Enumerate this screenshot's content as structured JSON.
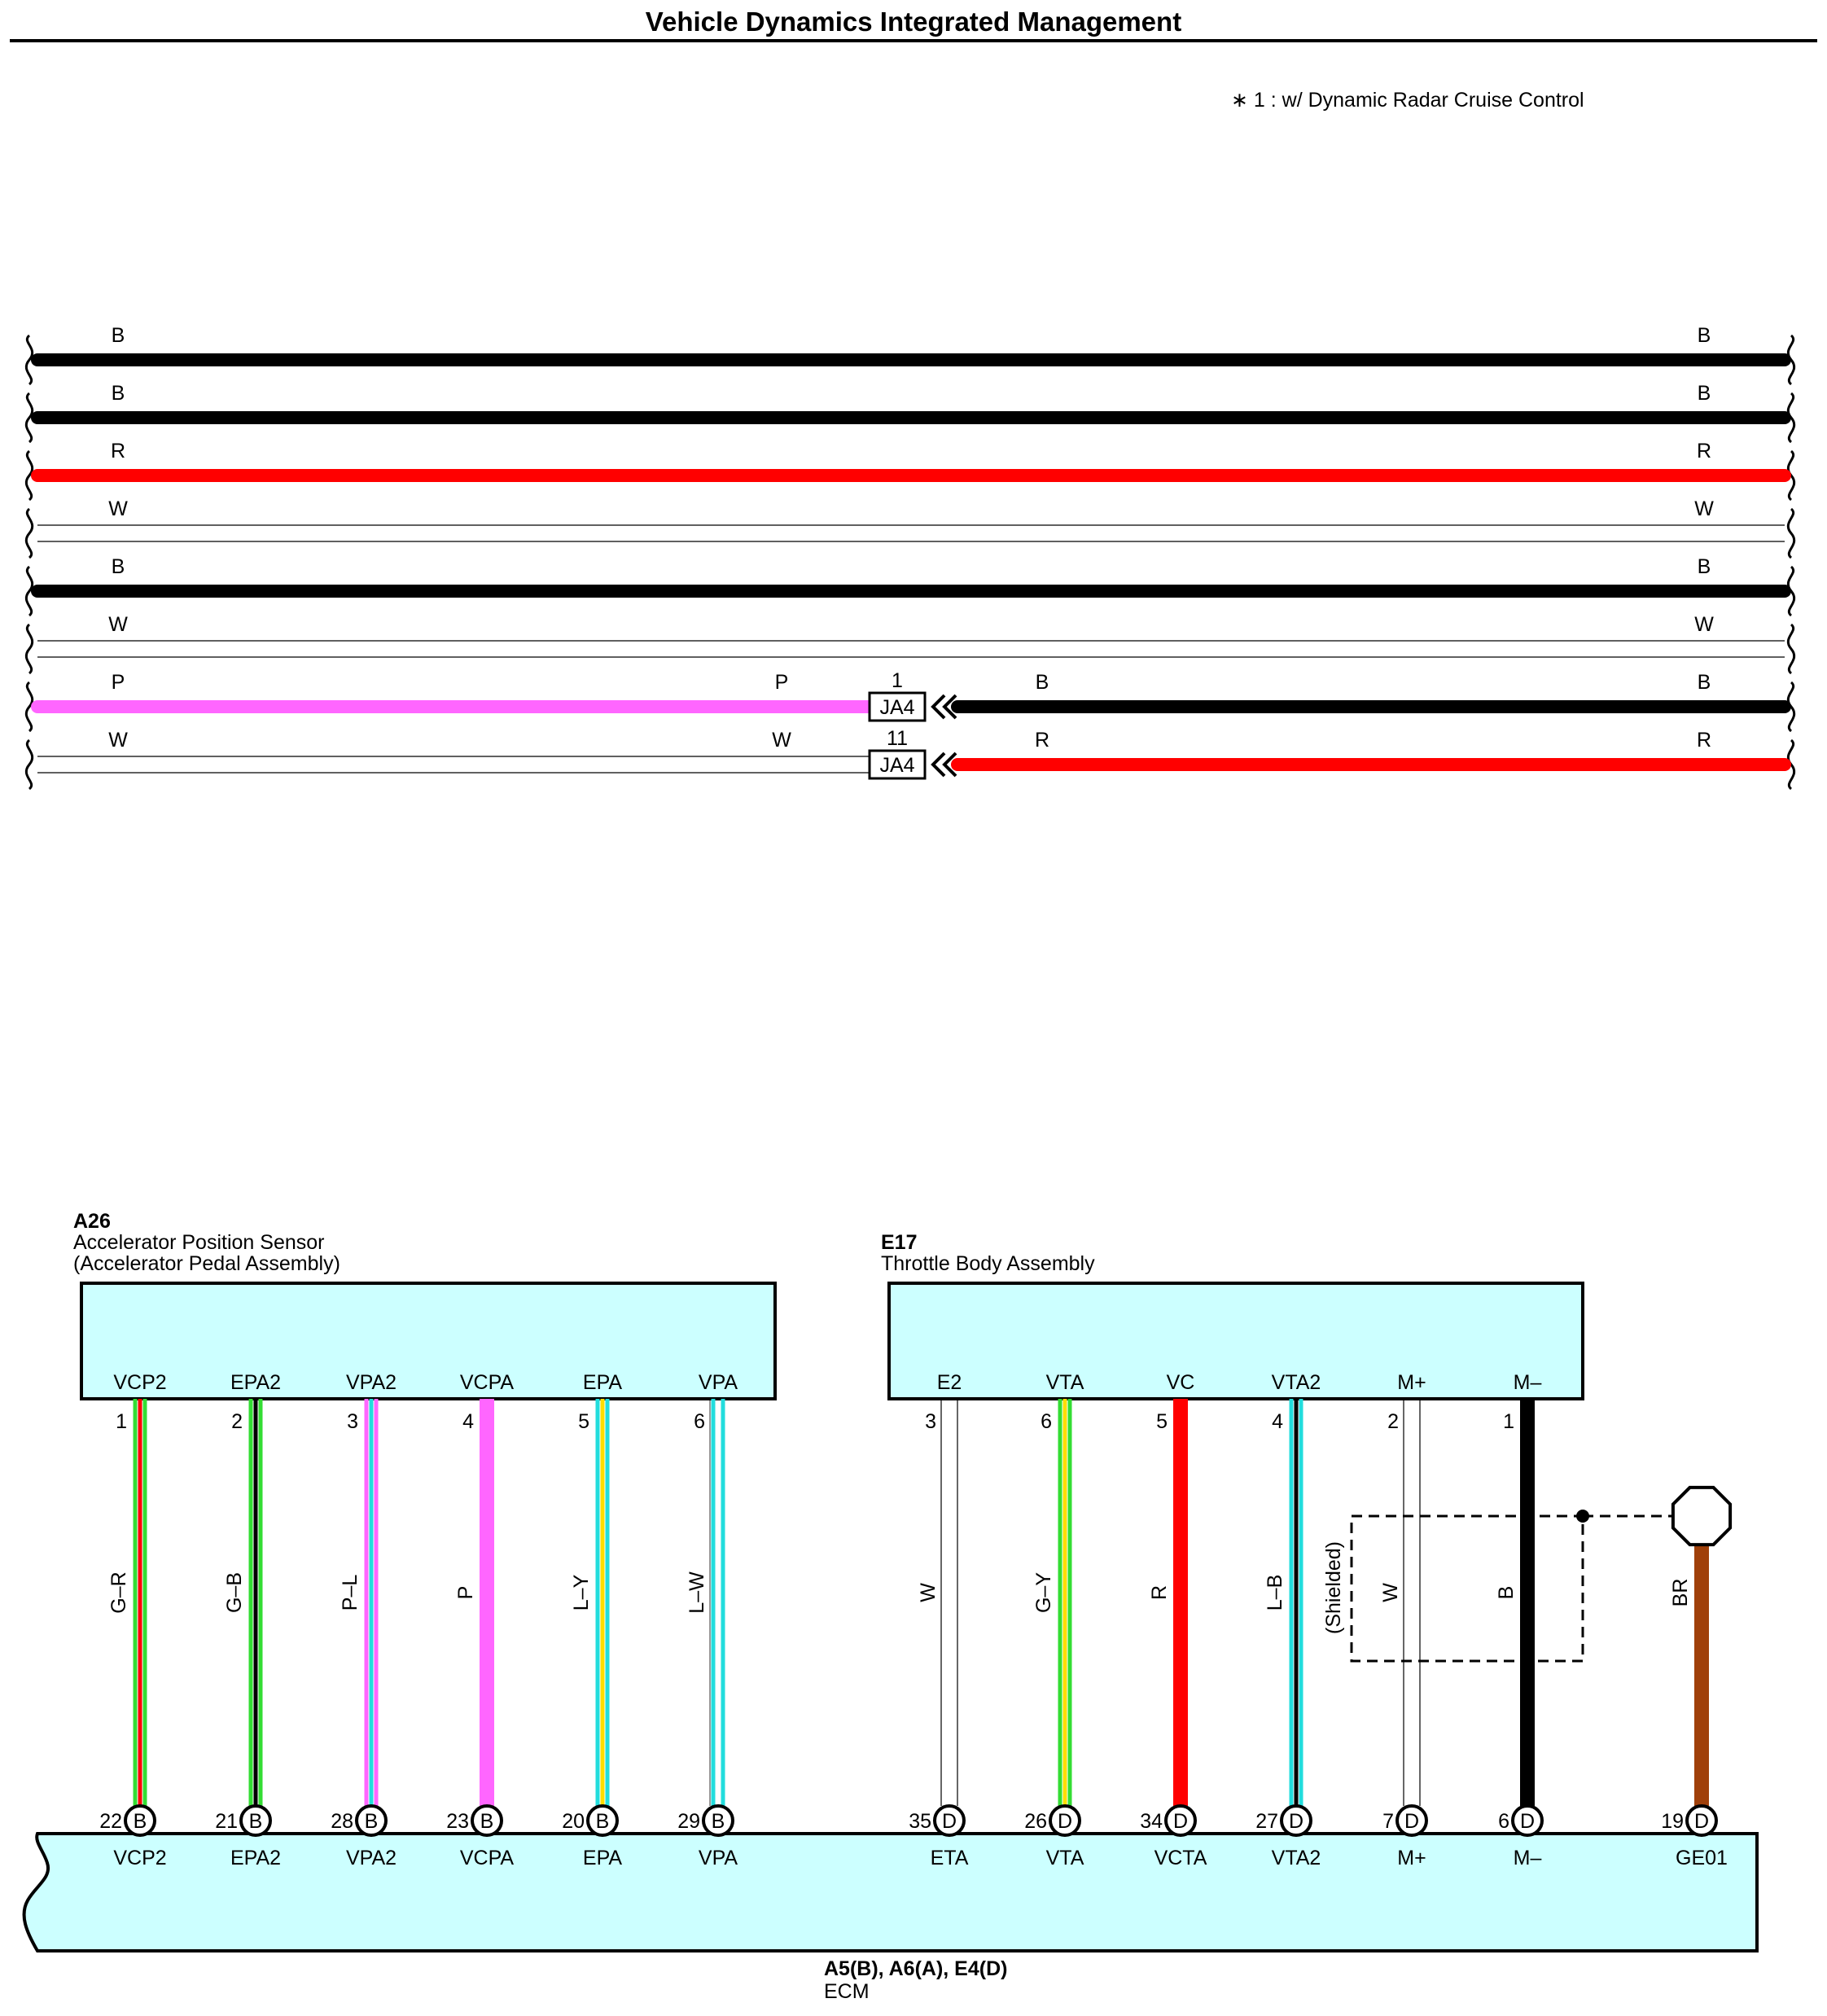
{
  "title": "Vehicle Dynamics Integrated Management",
  "footnote": "∗ 1 : w/ Dynamic Radar Cruise Control",
  "colors": {
    "B": "#000000",
    "R": "#ff0000",
    "W": "#ffffff",
    "P": "#ff66ff",
    "G": "#33dd33",
    "L": "#22dddd",
    "Y": "#ffdd00",
    "BR": "#a0400a",
    "component_fill": "#ccffff"
  },
  "top_wires": [
    {
      "left": "B",
      "right": "B"
    },
    {
      "left": "B",
      "right": "B"
    },
    {
      "left": "R",
      "right": "R"
    },
    {
      "left": "W",
      "right": "W"
    },
    {
      "left": "B",
      "right": "B"
    },
    {
      "left": "W",
      "right": "W"
    },
    {
      "left": "P",
      "mid": "P",
      "connector": "JA4",
      "pin": "1",
      "right_start": "B",
      "right": "B"
    },
    {
      "left": "W",
      "mid": "W",
      "connector": "JA4",
      "pin": "11",
      "right_start": "R",
      "right": "R"
    }
  ],
  "components": {
    "a26": {
      "id": "A26",
      "name1": "Accelerator Position Sensor",
      "name2": "(Accelerator Pedal Assembly)",
      "terminals": [
        "VCP2",
        "EPA2",
        "VPA2",
        "VCPA",
        "EPA",
        "VPA"
      ]
    },
    "e17": {
      "id": "E17",
      "name1": "Throttle Body Assembly",
      "terminals": [
        "E2",
        "VTA",
        "VC",
        "VTA2",
        "M+",
        "M–"
      ]
    },
    "ecm": {
      "id": "A5(B), A6(A), E4(D)",
      "name": "ECM",
      "terminals": [
        "VCP2",
        "EPA2",
        "VPA2",
        "VCPA",
        "EPA",
        "VPA",
        "ETA",
        "VTA",
        "VCTA",
        "VTA2",
        "M+",
        "M–",
        "GE01"
      ]
    }
  },
  "vertical_wires": [
    {
      "top_pin": "1",
      "color": "G–R",
      "ecm_pin": "22",
      "ecm_conn": "B"
    },
    {
      "top_pin": "2",
      "color": "G–B",
      "ecm_pin": "21",
      "ecm_conn": "B"
    },
    {
      "top_pin": "3",
      "color": "P–L",
      "ecm_pin": "28",
      "ecm_conn": "B"
    },
    {
      "top_pin": "4",
      "color": "P",
      "ecm_pin": "23",
      "ecm_conn": "B"
    },
    {
      "top_pin": "5",
      "color": "L–Y",
      "ecm_pin": "20",
      "ecm_conn": "B"
    },
    {
      "top_pin": "6",
      "color": "L–W",
      "ecm_pin": "29",
      "ecm_conn": "B"
    },
    {
      "top_pin": "3",
      "color": "W",
      "ecm_pin": "35",
      "ecm_conn": "D"
    },
    {
      "top_pin": "6",
      "color": "G–Y",
      "ecm_pin": "26",
      "ecm_conn": "D"
    },
    {
      "top_pin": "5",
      "color": "R",
      "ecm_pin": "34",
      "ecm_conn": "D"
    },
    {
      "top_pin": "4",
      "color": "L–B",
      "ecm_pin": "27",
      "ecm_conn": "D"
    },
    {
      "top_pin": "2",
      "color": "W",
      "ecm_pin": "7",
      "ecm_conn": "D"
    },
    {
      "top_pin": "1",
      "color": "B",
      "ecm_pin": "6",
      "ecm_conn": "D"
    },
    {
      "top_pin": "",
      "color": "BR",
      "ecm_pin": "19",
      "ecm_conn": "D"
    }
  ],
  "shielded_label": "(Shielded)"
}
